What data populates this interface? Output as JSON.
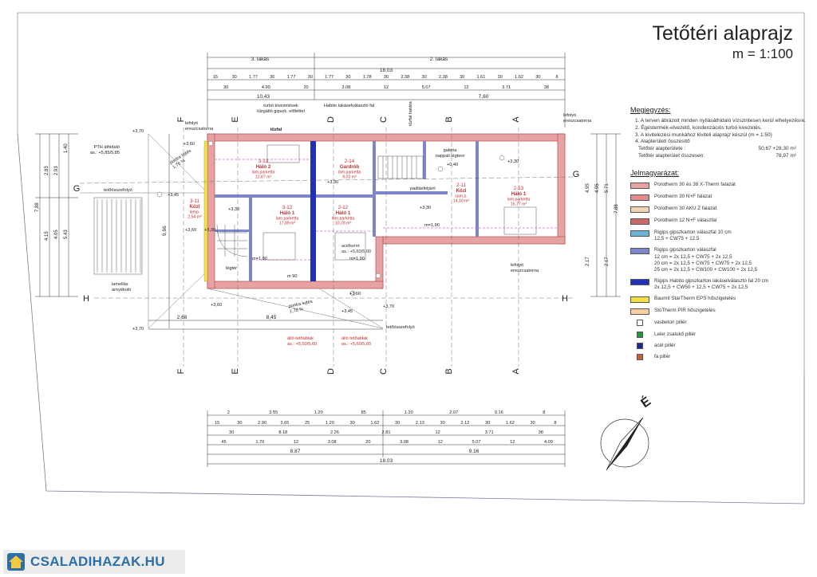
{
  "drawing": {
    "title": "Tetőtéri alaprajz",
    "scale": "m = 1:100"
  },
  "watermark": {
    "text": "CSALADIHAZAK.HU"
  },
  "units": [
    "3. lakás",
    "2. lakás"
  ],
  "top_dimensions": {
    "total": "18,03",
    "row1": [
      "15",
      "30",
      "1.77",
      "30",
      "1.77",
      "30",
      "1.77",
      "30",
      "1.78",
      "30",
      "2.38",
      "30",
      "2.38",
      "30",
      "1.61",
      "30",
      "1.62",
      "30",
      "8"
    ],
    "row2": [
      "30",
      "4.90",
      "20",
      "3.08",
      "12",
      "5.07",
      "12",
      "3.71",
      "38"
    ],
    "row3_left": "10,43",
    "row3_right": "7,60"
  },
  "bottom_dimensions": {
    "row1": [
      "2",
      "3.55",
      "1.20",
      "85",
      "1.20",
      "2.07",
      "9.16",
      "8"
    ],
    "row2": [
      "15",
      "30",
      "2.90",
      "3.65",
      "25",
      "1.20",
      "30",
      "1.62",
      "30",
      "2.13",
      "30",
      "2.12",
      "30",
      "1.62",
      "30",
      "8"
    ],
    "row3": [
      "30",
      "8.18",
      "2.26",
      "2.81",
      "12",
      "3.71",
      "38"
    ],
    "row4": [
      "45",
      "1.70",
      "12",
      "3.08",
      "20",
      "3.08",
      "12",
      "5.07",
      "12",
      "4.09"
    ],
    "row5": [
      "8.87",
      "9.16"
    ],
    "total": "18,03"
  },
  "rooms": [
    {
      "id": "3-13",
      "name": "Háló 2",
      "floor": "lam.parketta",
      "area": "12,87 m²"
    },
    {
      "id": "2-14",
      "name": "Gardrób",
      "floor": "lam.parketta",
      "area": "9,02 m²"
    },
    {
      "id": "3-11",
      "name": "Közl",
      "floor": "lamp.",
      "area": "2,54 m²"
    },
    {
      "id": "3-12",
      "name": "Háló 1",
      "floor": "lam.parketta",
      "area": "17,89 m²"
    },
    {
      "id": "2-12",
      "name": "Háló 1",
      "floor": "lam.parketta",
      "area": "10,78 m²"
    },
    {
      "id": "2-11",
      "name": "Közl",
      "floor": "sam.p.",
      "area": "14,10 m²"
    },
    {
      "id": "2-13",
      "name": "Háló 1",
      "floor": "lam.parketta",
      "area": "16,77 m²"
    }
  ],
  "annotations": {
    "turbo": "turbó kivezetések\ntűzgátló gipszk. előtéttel",
    "habito": "Habito lakáselválasztó fal",
    "tuzfal": "tűzfal",
    "tuzfal_hatara": "tűzfal határa",
    "lefolyo_left": "lefolyó\nereszcsatorna",
    "lefolyo_right": "lefolyó\nereszcsatorna",
    "lefolyo_bottom": "lefolyó\nereszcsatorna",
    "pth": "PTH áthidaló\nas.: +5,85/5,85",
    "tetoosszefolyo_left": "tetőösszefolyó",
    "tetoosszefolyo_bottom": "tetőösszefolyó",
    "galeria": "galéria\nnappali légtere",
    "padlas": "padlásfeljáró",
    "acelkeret": "acélkeret\nas.: +5,60/5,60",
    "legter": "légtér",
    "lamellas": "lamellás\nárnyékoló",
    "allo_left": "álló tetőablak\nas.: +5,60/5,60",
    "allo_right": "álló tetőablak\nas.: +5,60/5,60",
    "pontra_left": "pontra lejtés\n1,76 %",
    "pontra_bottom": "pontra lejtés\n1,76 %",
    "m190_a": "m=1,90",
    "m190_b": "m=1,90",
    "m190_c": "m=1,90",
    "m90": "m 90",
    "lvl_370_a": "+3,70",
    "lvl_370_b": "+3,70",
    "lvl_370_c": "+3,70",
    "lvl_360_a": "+3,60",
    "lvl_360_b": "+3,60",
    "lvl_360_c": "+3,60",
    "lvl_360_d": "+3,60",
    "lvl_345_a": "+3,45",
    "lvl_345_b": "+3,45",
    "lvl_330_a": "+3,30",
    "lvl_330_b": "+3,30",
    "lvl_330_c": "+3,30",
    "lvl_330_d": "+3,30",
    "lvl_330_e": "+3,30",
    "lvl_040": "+0,40",
    "dim_966": "9,66",
    "dim_268": "2,68",
    "dim_845": "8,45",
    "dim_788_l": "7,88",
    "dim_788_r": "7,88"
  },
  "section_marks": [
    "F",
    "E",
    "D",
    "C",
    "B",
    "A",
    "G",
    "H"
  ],
  "notes": {
    "heading": "Megjegyzés:",
    "items": [
      "1. A terven ábrázolt minden nyílásáthidaló vízszintesen kerül elhelyezésre.",
      "2. Égéstermék-elvezető, kondenzációs turbó kivezetés.",
      "3. A kivitelezési munkához kiviteli alaprajz készül (m = 1:50)",
      "4. Alapterületi összesítő"
    ],
    "area_rows": [
      {
        "label": "Tetőtér alapterülete :",
        "value": "50,67 +28,30 m²"
      },
      {
        "label": "Tetőtér alapterület összesen:",
        "value": "78,97 m²"
      }
    ]
  },
  "legend": {
    "heading": "Jelmagyarázat:",
    "items": [
      {
        "label": "Porotherm 30 és 38 X-Therm falazat",
        "color": "#e7a3a3"
      },
      {
        "label": "Porotherm 30 N+F falazat",
        "color": "#e58b8b"
      },
      {
        "label": "Porotherm 30 AKU Z falazat",
        "color": "#f2d3b6"
      },
      {
        "label": "Porotherm 12 N+F válaszfal",
        "color": "#c86a6a"
      },
      {
        "label": "Rigips gipszkarton válaszfal 10 cm\n12,5 + CW75 + 12,5",
        "color": "#6fb3d8"
      },
      {
        "label": "Rigips gipszkarton válaszfal\n12 cm = 2x 12,5 + CW75 + 2x 12,5\n20 cm = 2x 12,5 + CW75 + CW75 + 2x 12,5\n25 cm = 2x 12,5 + CW100 + CW100 + 2x 12,5",
        "color": "#7d86c8"
      },
      {
        "label": "Rigips Habito gipszkarton lakáselválasztó fal 20 cm\n2x 12,5 + CW50 + 12,5 + CW75 + 2x 12,5",
        "color": "#2230b8"
      },
      {
        "label": "Baumit StarTherm EPS hőszigetelés",
        "color": "#f3e047"
      },
      {
        "label": "StoTherm PIR hőszigetelés",
        "color": "#f7cfa0"
      }
    ],
    "small_items": [
      {
        "label": "vasbeton pillér",
        "color": "#ffffff"
      },
      {
        "label": "Leier zsalukő pillér",
        "color": "#1e9a3a"
      },
      {
        "label": "acél pillér",
        "color": "#1a2a9c"
      },
      {
        "label": "fa pillér",
        "color": "#c9602f"
      }
    ]
  },
  "colors": {
    "outer_wall": "#e7a3a3",
    "outer_wall_stroke": "#b44a4a",
    "habito": "#2230b8",
    "gk": "#7d86c8",
    "eps": "#f3e047",
    "red_text": "#c03030",
    "dim": "#333333",
    "dashed": "#d86bd8"
  }
}
